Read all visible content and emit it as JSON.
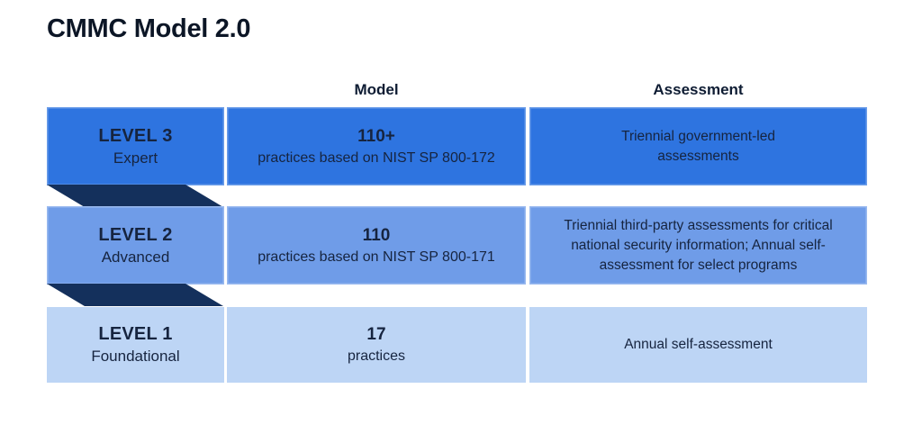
{
  "title": "CMMC Model 2.0",
  "colors": {
    "title_text": "#0c1626",
    "header_text": "#0e1c33",
    "cell_text": "#16243f",
    "row1_fill": "#2e74e0",
    "row2_fill": "#6f9ce8",
    "row3_fill": "#bdd5f5",
    "fold": "#14305c"
  },
  "table": {
    "column_headers": [
      "Model",
      "Assessment"
    ],
    "rows": [
      {
        "level": "LEVEL 3",
        "tier": "Expert",
        "model_value": "110+",
        "model_desc": "practices based on NIST SP 800-172",
        "assessment": "Triennial government-led assessments"
      },
      {
        "level": "LEVEL 2",
        "tier": "Advanced",
        "model_value": "110",
        "model_desc": "practices based on NIST SP 800-171",
        "assessment": "Triennial third-party assessments for critical national security information; Annual self-assessment for select programs"
      },
      {
        "level": "LEVEL 1",
        "tier": "Foundational",
        "model_value": "17",
        "model_desc": "practices",
        "assessment": "Annual self-assessment"
      }
    ]
  }
}
